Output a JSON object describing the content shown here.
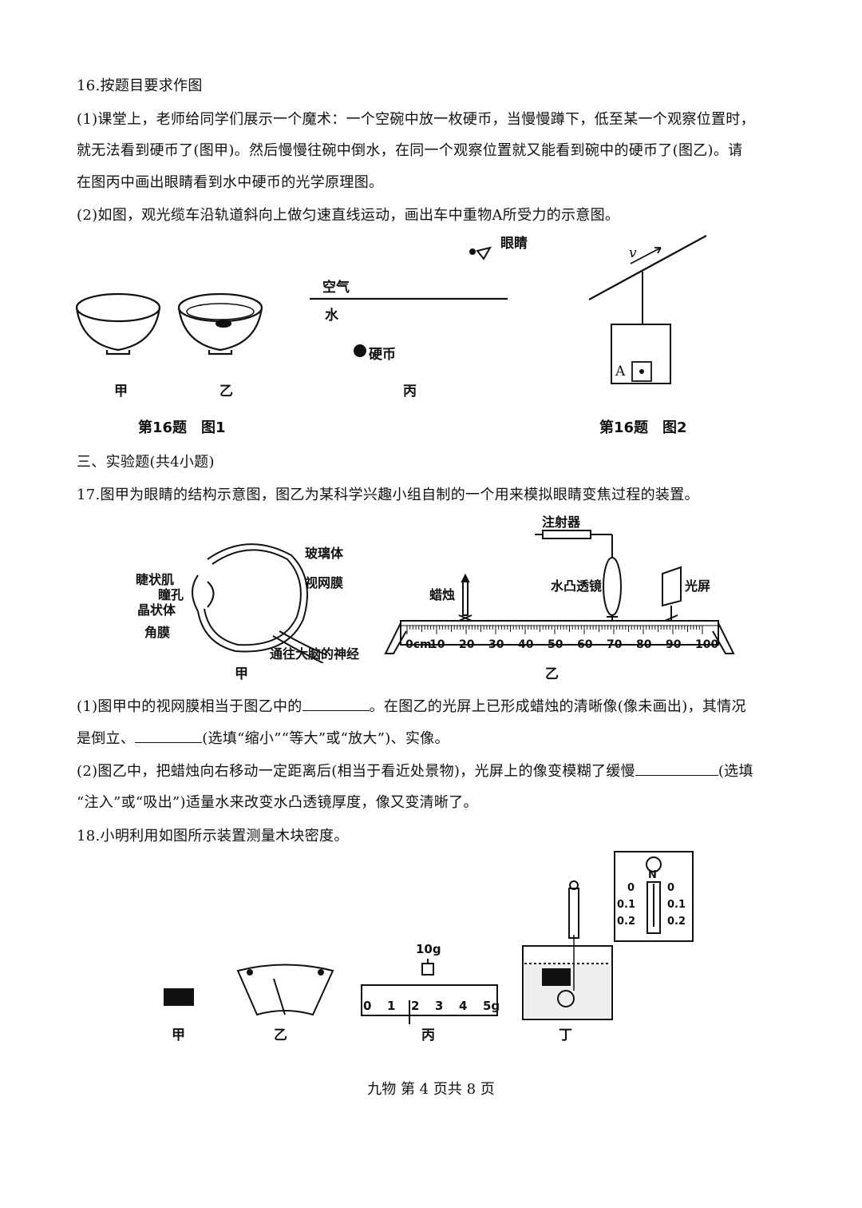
{
  "q16": {
    "title": "16.按题目要求作图",
    "p1_line1": "(1)课堂上，老师给同学们展示一个魔术：一个空碗中放一枚硬币，当慢慢蹲下，低至某一个观察位置时，",
    "p1_line2": "就无法看到硬币了(图甲)。然后慢慢往碗中倒水，在同一个观察位置就又能看到碗中的硬币了(图乙)。请",
    "p1_line3": "在图丙中画出眼睛看到水中硬币的光学原理图。",
    "p2": "(2)如图，观光缆车沿轨道斜向上做匀速直线运动，画出车中重物A所受力的示意图。",
    "fig1": {
      "eye": "眼睛",
      "air": "空气",
      "water": "水",
      "coin": "硬币",
      "jia": "甲",
      "yi": "乙",
      "bing": "丙",
      "caption": "第16题　图1"
    },
    "fig2": {
      "v": "v",
      "a": "A",
      "caption": "第16题　图2"
    }
  },
  "section3": "三、实验题(共4小题)",
  "q17": {
    "title": "17.图甲为眼睛的结构示意图，图乙为某科学兴趣小组自制的一个用来模拟眼睛变焦过程的装置。",
    "eye_labels": {
      "vitreous": "玻璃体",
      "ciliary": "睫状肌",
      "retina": "视网膜",
      "pupil": "瞳孔",
      "lens": "晶状体",
      "cornea": "角膜",
      "nerve": "通往大脑的神经",
      "jia": "甲"
    },
    "bench_labels": {
      "syringe": "注射器",
      "candle": "蜡烛",
      "water_lens": "水凸透镜",
      "screen": "光屏",
      "yi": "乙",
      "ticks": [
        "0cm",
        "10",
        "20",
        "30",
        "40",
        "50",
        "60",
        "70",
        "80",
        "90",
        "100"
      ]
    },
    "p1_a": "(1)图甲中的视网膜相当于图乙中的",
    "p1_b": "。在图乙的光屏上已形成蜡烛的清晰像(像未画出)，其情况",
    "p1_c": "是倒立、",
    "p1_d": "(选填“缩小”“等大”或“放大”)、实像。",
    "p2_a": "(2)图乙中，把蜡烛向右移动一定距离后(相当于看近处景物)，光屏上的像变模糊了缓慢",
    "p2_b": "(选填",
    "p2_c": "“注入”或“吸出”)适量水来改变水凸透镜厚度，像又变清晰了。"
  },
  "q18": {
    "title": "18.小明利用如图所示装置测量木块密度。",
    "labels": {
      "jia": "甲",
      "yi": "乙",
      "bing": "丙",
      "ding": "丁",
      "mass": "10g",
      "n": "N"
    },
    "balance_scale": [
      "0",
      "1",
      "2",
      "3",
      "4",
      "5g"
    ],
    "spring_scale": {
      "left": [
        "0",
        "0.1",
        "0.2"
      ],
      "right": [
        "0",
        "0.1",
        "0.2"
      ]
    }
  },
  "footer": "九物 第 4 页共 8 页"
}
